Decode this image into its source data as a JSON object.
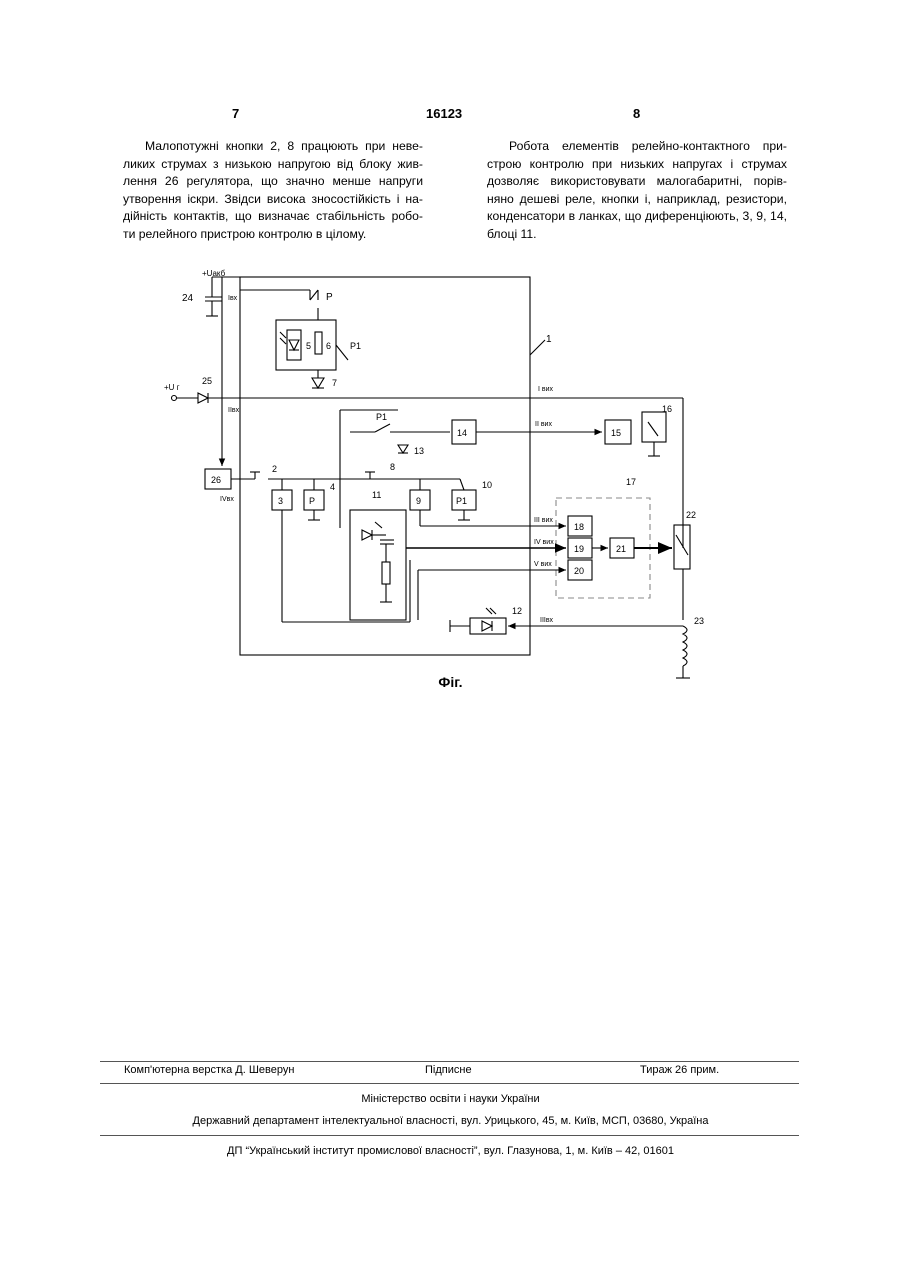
{
  "header": {
    "left_page": "7",
    "patent_no": "16123",
    "right_page": "8"
  },
  "left_column": [
    "Малопотужні кнопки 2, 8 працюють при неве-",
    "ликих струмах з низькою напругою від блоку жив-",
    "лення 26 регулятора, що значно менше напруги",
    "утворення іскри. Звідси висока зносостійкість і на-",
    "дійність контактів, що визначає стабільність робо-",
    "ти релейного пристрою контролю в цілому."
  ],
  "right_column": [
    "Робота елементів релейно-контактного при-",
    "строю контролю при низьких напругах і струмах",
    "дозволяє використовувати малогабаритні, порів-",
    "няно дешеві реле, кнопки і, наприклад, резистори,",
    "конденсатори в ланках, що диференціюють, 3, 9,",
    "14, блоці 11."
  ],
  "figure": {
    "caption": "Фіг.",
    "labels": {
      "supply_akb": "+Uакб",
      "supply_g": "+U г",
      "i_vh": "Iвх",
      "ii_vh": "IIвх",
      "iv_vh": "IVвх",
      "i_vyh": "I вих",
      "ii_vyh": "II вих",
      "iii_vyh": "III вих",
      "iv_vyh": "IV вих",
      "v_vyh": "V вих",
      "iii_vh": "IIIвх",
      "p": "Р",
      "p1": "Р1",
      "n1": "1",
      "n2": "2",
      "n3": "3",
      "n4": "4",
      "n5": "5",
      "n6": "6",
      "n7": "7",
      "n8": "8",
      "n9": "9",
      "n10": "10",
      "n11": "11",
      "n12": "12",
      "n13": "13",
      "n14": "14",
      "n15": "15",
      "n16": "16",
      "n17": "17",
      "n18": "18",
      "n19": "19",
      "n20": "20",
      "n21": "21",
      "n22": "22",
      "n23": "23",
      "n24": "24",
      "n25": "25",
      "n26": "26"
    }
  },
  "footer": {
    "layout": "Комп'ютерна верстка Д. Шеверун",
    "signed": "Підписне",
    "circulation": "Тираж 26 прим.",
    "ministry": "Міністерство освіти і науки України",
    "department": "Державний департамент інтелектуальної власності, вул. Урицького, 45, м. Київ, МСП, 03680, Україна",
    "institute": "ДП “Український інститут промислової власності”, вул. Глазунова, 1, м. Київ – 42, 01601"
  }
}
